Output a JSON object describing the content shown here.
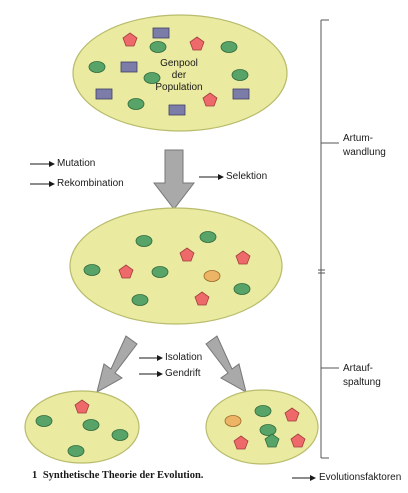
{
  "gene_pool_labels": [
    "Genpool",
    "der",
    "Population"
  ],
  "factors_left": [
    "Mutation",
    "Rekombination"
  ],
  "factor_right": "Selektion",
  "factors_split": [
    "Isolation",
    "Gendrift"
  ],
  "side_labels": {
    "top": [
      "Artum-",
      "wandlung"
    ],
    "bottom": [
      "Artauf-",
      "spaltung"
    ]
  },
  "caption": {
    "number": "1",
    "title": "Synthetische Theorie der Evolution.",
    "legend_label": "Evolutionsfaktoren"
  },
  "colors": {
    "population_fill": "#eaeaa0",
    "population_stroke": "#b8bc6c",
    "allele_green": "#58a468",
    "allele_red_pentagon": "#ee6a6a",
    "allele_blue_rect": "#7c7ca8",
    "allele_orange": "#ecb464",
    "arrow_fill": "#a9a9a9"
  },
  "icons": [
    "green-oval-icon",
    "red-pentagon-icon",
    "blue-rectangle-icon",
    "orange-oval-icon",
    "arrow-icon"
  ]
}
